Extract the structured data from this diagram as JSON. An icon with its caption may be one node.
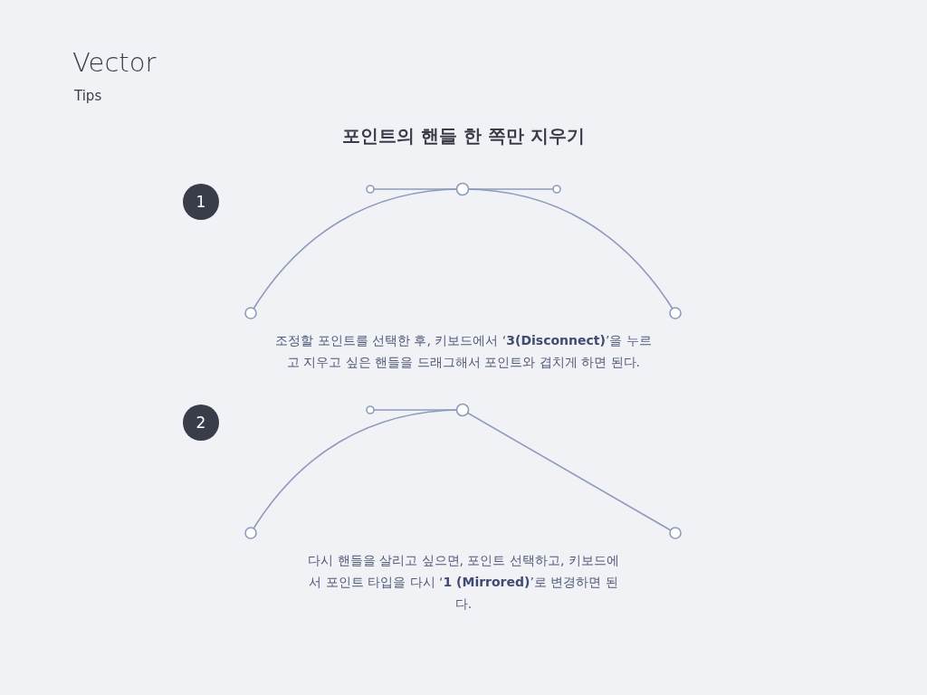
{
  "diagram": {
    "title": "Vector",
    "nodes": [
      {
        "text": [
          "1"
        ]
      },
      {
        "text": [
          "2"
        ]
      }
    ],
    "labels": [
      "Tips",
      "포인트의 핸들 한 쪽만 지우기",
      "조정할 포인트를 선택한 후, 키보드에서 ‘**3(Disconnect)**’을 누르고 지우고 싶은 핸들을 드래그해서 포인트와 겹치게 하면 된다.",
      "다시 핸들을 살리고 싶으면, 포인트 선택하고, 키보드에서 포인트 타입을 다시 ‘**1 (Mirrored)**’로 변경하면 된다."
    ]
  }
}
